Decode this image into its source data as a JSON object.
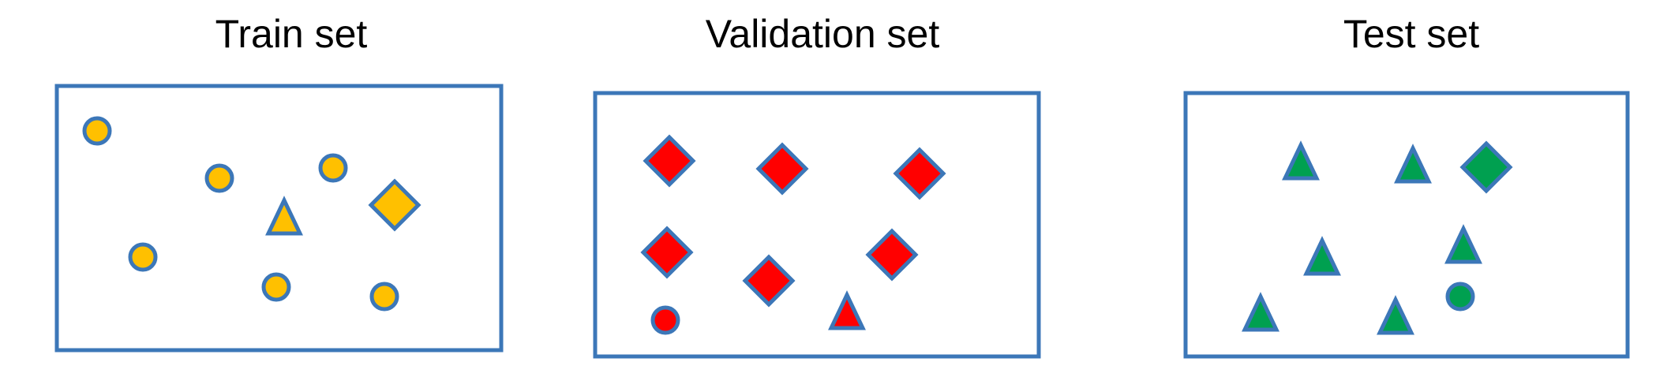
{
  "colors": {
    "border": "#3c77b8",
    "train": "#ffc000",
    "validation": "#ff0000",
    "test": "#00a050"
  },
  "panels": [
    {
      "title": "Train set",
      "fill_key": "train",
      "items": [
        {
          "shape": "circle"
        },
        {
          "shape": "circle"
        },
        {
          "shape": "circle"
        },
        {
          "shape": "diamond"
        },
        {
          "shape": "triangle"
        },
        {
          "shape": "circle"
        },
        {
          "shape": "circle"
        },
        {
          "shape": "circle"
        }
      ]
    },
    {
      "title": "Validation set",
      "fill_key": "validation",
      "items": [
        {
          "shape": "diamond"
        },
        {
          "shape": "diamond"
        },
        {
          "shape": "diamond"
        },
        {
          "shape": "diamond"
        },
        {
          "shape": "diamond"
        },
        {
          "shape": "diamond"
        },
        {
          "shape": "circle"
        },
        {
          "shape": "triangle"
        }
      ]
    },
    {
      "title": "Test set",
      "fill_key": "test",
      "items": [
        {
          "shape": "triangle"
        },
        {
          "shape": "triangle"
        },
        {
          "shape": "diamond"
        },
        {
          "shape": "triangle"
        },
        {
          "shape": "triangle"
        },
        {
          "shape": "triangle"
        },
        {
          "shape": "triangle"
        },
        {
          "shape": "circle"
        }
      ]
    }
  ]
}
